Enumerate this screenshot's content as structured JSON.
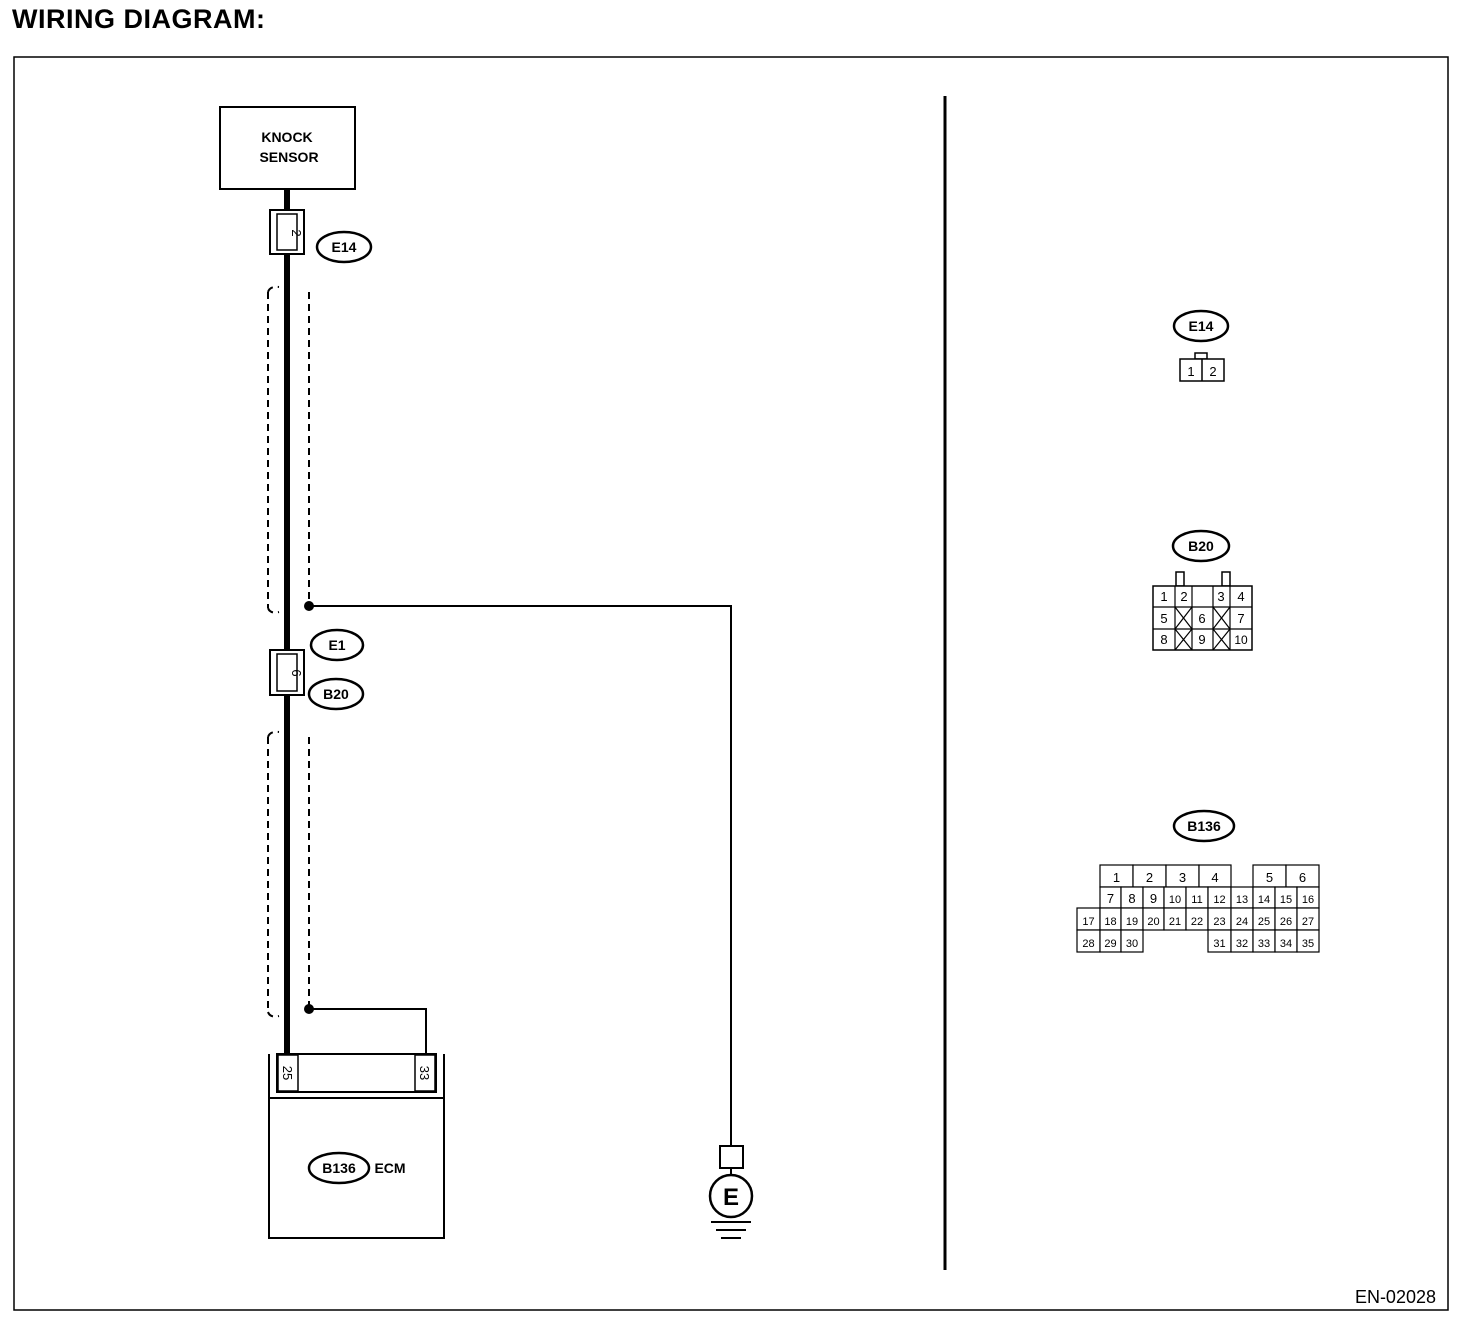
{
  "title": "WIRING DIAGRAM:",
  "reference": "EN-02028",
  "knock_sensor": {
    "line1": "KNOCK",
    "line2": "SENSOR"
  },
  "connectors": {
    "e14": {
      "id": "E14",
      "pin": "2"
    },
    "e1": {
      "id": "E1"
    },
    "b20": {
      "id": "B20",
      "pin": "6"
    },
    "b136": {
      "id": "B136",
      "pins": [
        "25",
        "33"
      ]
    }
  },
  "ecm": {
    "label": "ECM"
  },
  "ground": {
    "label": "E"
  },
  "connector_views": {
    "e14": {
      "id": "E14",
      "pins": [
        "1",
        "2"
      ]
    },
    "b20": {
      "id": "B20",
      "row1": [
        "1",
        "2",
        "3",
        "4"
      ],
      "row2": [
        "5",
        "6",
        "7"
      ],
      "row3": [
        "8",
        "9",
        "10"
      ]
    },
    "b136": {
      "id": "B136",
      "row1": [
        "1",
        "2",
        "3",
        "4",
        "5",
        "6"
      ],
      "row2": [
        "7",
        "8",
        "9",
        "10",
        "11",
        "12",
        "13",
        "14",
        "15",
        "16"
      ],
      "row3": [
        "17",
        "18",
        "19",
        "20",
        "21",
        "22",
        "23",
        "24",
        "25",
        "26",
        "27"
      ],
      "row4": [
        "28",
        "29",
        "30",
        "31",
        "32",
        "33",
        "34",
        "35"
      ]
    }
  }
}
